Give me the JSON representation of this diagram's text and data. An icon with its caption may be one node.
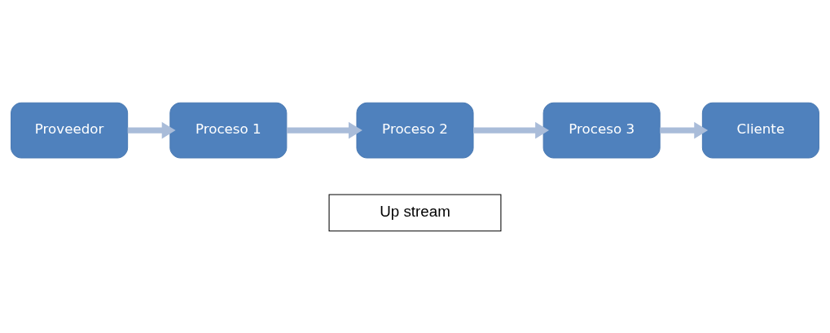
{
  "diagram": {
    "nodes": [
      {
        "text": [
          "Proveedor"
        ]
      },
      {
        "text": [
          "Proceso 1"
        ]
      },
      {
        "text": [
          "Proceso 2"
        ]
      },
      {
        "text": [
          "Proceso 3"
        ]
      },
      {
        "text": [
          "Cliente"
        ]
      },
      {
        "text": [
          "Up stream"
        ]
      }
    ],
    "edges": [
      {
        "from": 0,
        "to": 1,
        "arrow": "to"
      },
      {
        "from": 1,
        "to": 2,
        "arrow": "to"
      },
      {
        "from": 2,
        "to": 3,
        "arrow": "to"
      },
      {
        "from": 3,
        "to": 4,
        "arrow": "to"
      }
    ]
  }
}
